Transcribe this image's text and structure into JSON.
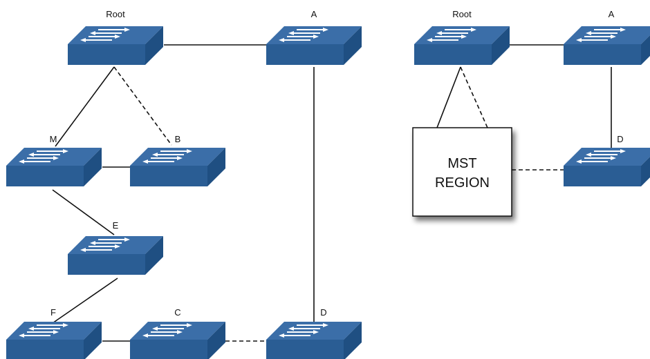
{
  "colors": {
    "switch_top": "#3b6ea8",
    "switch_front": "#2a5d94",
    "switch_side": "#1f4f82",
    "arrows": "#ffffff",
    "line": "#111111"
  },
  "left": {
    "labels": {
      "root": "Root",
      "a": "A",
      "m": "M",
      "b": "B",
      "e": "E",
      "f": "F",
      "c": "C",
      "d": "D"
    }
  },
  "right": {
    "labels": {
      "root": "Root",
      "a": "A",
      "d": "D"
    },
    "mst_region": {
      "line1": "MST",
      "line2": "REGION"
    }
  },
  "links": [
    {
      "from": "Root",
      "to": "A",
      "type": "solid",
      "diagram": "left"
    },
    {
      "from": "Root",
      "to": "M",
      "type": "solid",
      "diagram": "left"
    },
    {
      "from": "Root",
      "to": "B",
      "type": "dashed",
      "diagram": "left"
    },
    {
      "from": "M",
      "to": "B",
      "type": "solid",
      "diagram": "left"
    },
    {
      "from": "M",
      "to": "E",
      "type": "solid",
      "diagram": "left"
    },
    {
      "from": "E",
      "to": "F",
      "type": "solid",
      "diagram": "left"
    },
    {
      "from": "F",
      "to": "C",
      "type": "solid",
      "diagram": "left"
    },
    {
      "from": "C",
      "to": "D",
      "type": "dashed",
      "diagram": "left"
    },
    {
      "from": "A",
      "to": "D",
      "type": "solid",
      "diagram": "left"
    },
    {
      "from": "Root",
      "to": "A",
      "type": "solid",
      "diagram": "right"
    },
    {
      "from": "Root",
      "to": "MST REGION",
      "type": "solid",
      "diagram": "right"
    },
    {
      "from": "Root",
      "to": "MST REGION",
      "type": "dashed",
      "diagram": "right"
    },
    {
      "from": "A",
      "to": "D",
      "type": "solid",
      "diagram": "right"
    },
    {
      "from": "MST REGION",
      "to": "D",
      "type": "dashed",
      "diagram": "right"
    }
  ]
}
